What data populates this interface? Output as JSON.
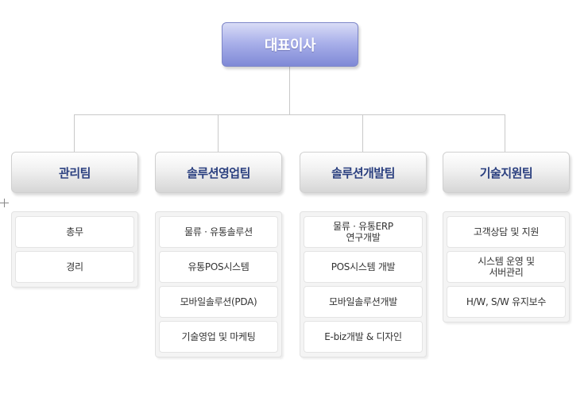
{
  "ceo": {
    "label": "대표이사"
  },
  "teams": [
    {
      "name": "관리팀",
      "items": [
        "총무",
        "경리"
      ]
    },
    {
      "name": "솔루션영업팀",
      "items": [
        "물류 · 유통솔루션",
        "유통POS시스템",
        "모바일솔루션(PDA)",
        "기술영업 및 마케팅"
      ]
    },
    {
      "name": "솔루션개발팀",
      "items": [
        "물류 · 유통ERP\n연구개발",
        "POS시스템 개발",
        "모바일솔루션개발",
        "E-biz개발 & 디자인"
      ]
    },
    {
      "name": "기술지원팀",
      "items": [
        "고객상담 및 지원",
        "시스템 운영 및\n서버관리",
        "H/W, S/W 유지보수"
      ]
    }
  ],
  "colors": {
    "team_text": "#2a3f7f",
    "ceo_gradient_dark": "#7f89d6",
    "connector": "#c9c9c9"
  }
}
